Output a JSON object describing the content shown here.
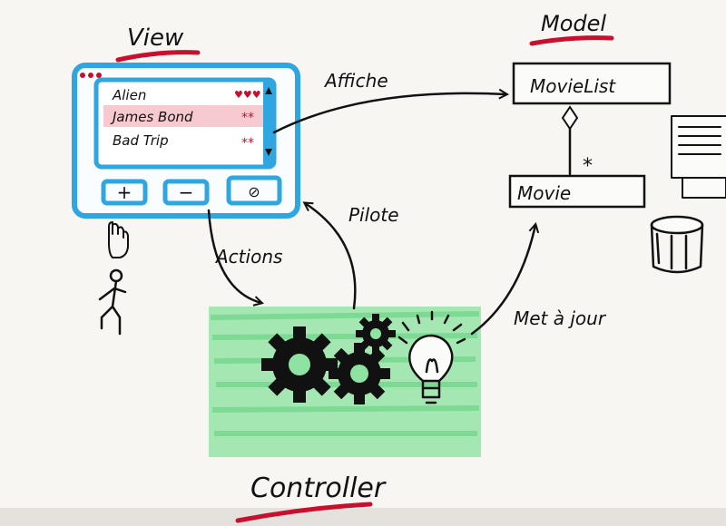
{
  "view": {
    "title": "View",
    "movies": [
      {
        "title": "Alien",
        "rating": "♥♥♥"
      },
      {
        "title": "James Bond",
        "rating": "**"
      },
      {
        "title": "Bad Trip",
        "rating": "**"
      }
    ],
    "buttons": [
      "+",
      "−",
      "⊘"
    ],
    "accent_color": "#2fa6e0",
    "highlight_color": "#f4b8c0"
  },
  "model": {
    "title": "Model",
    "movie_list_label": "MovieList",
    "movie_label": "Movie",
    "multiplicity": "*"
  },
  "controller": {
    "title": "Controller",
    "fill_color": "#8fe3a2"
  },
  "arrows": {
    "affiche": "Affiche",
    "actions": "Actions",
    "pilote": "Pilote",
    "met_a_jour": "Met à jour"
  },
  "underline_color": "#c8102e"
}
